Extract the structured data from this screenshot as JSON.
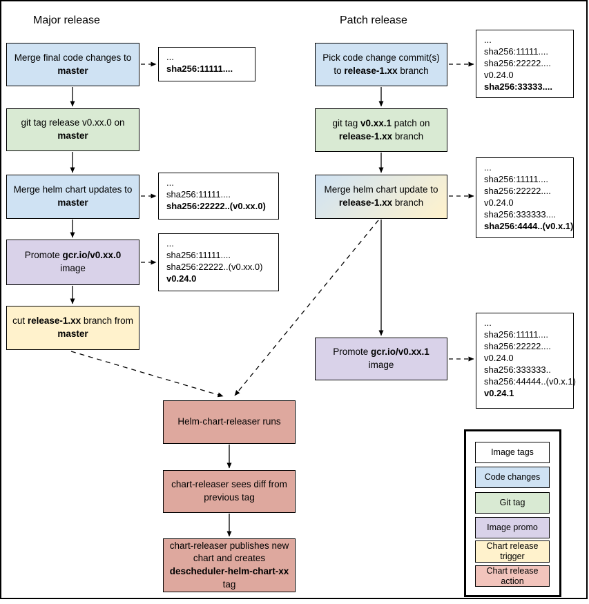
{
  "headings": {
    "major": "Major release",
    "patch": "Patch release"
  },
  "palette": {
    "code_changes": "#cfe2f3",
    "git_tag": "#d9ead3",
    "image_promo": "#d9d2e9",
    "chart_release_trigger": "#fff2cc",
    "chart_release_action": "#dea89e",
    "legend_chart_release_action": "#f2c4bc",
    "image_tags": "#ffffff",
    "line_color": "#000000"
  },
  "major_flow": {
    "merge_final_code": {
      "color": "#cfe2f3",
      "label": [
        {
          "t": "Merge final code changes to "
        },
        {
          "t": "master",
          "b": true
        }
      ]
    },
    "git_tag_release": {
      "color": "#d9ead3",
      "label": [
        {
          "t": "git tag release v0.xx.0 on "
        },
        {
          "t": "master",
          "b": true
        }
      ]
    },
    "merge_helm_updates": {
      "color": "#cfe2f3",
      "label": [
        {
          "t": "Merge helm chart updates to "
        },
        {
          "t": "master",
          "b": true
        }
      ]
    },
    "promote_image": {
      "color": "#d9d2e9",
      "label": [
        {
          "t": "Promote "
        },
        {
          "t": "gcr.io/v0.xx.0",
          "b": true
        },
        {
          "t": " image"
        }
      ]
    },
    "cut_release_branch": {
      "color": "#fff2cc",
      "label": [
        {
          "t": "cut "
        },
        {
          "t": "release-1.xx",
          "b": true
        },
        {
          "t": " branch from "
        },
        {
          "t": "master",
          "b": true
        }
      ]
    }
  },
  "patch_flow": {
    "pick_commits": {
      "color": "#cfe2f3",
      "label": [
        {
          "t": "Pick code change commit(s) to "
        },
        {
          "t": "release-1.xx",
          "b": true
        },
        {
          "t": " branch"
        }
      ]
    },
    "git_tag_patch": {
      "color": "#d9ead3",
      "label": [
        {
          "t": "git tag "
        },
        {
          "t": "v0.xx.1",
          "b": true
        },
        {
          "t": " patch on "
        },
        {
          "t": "release-1.xx",
          "b": true
        },
        {
          "t": " branch"
        }
      ]
    },
    "merge_helm_update": {
      "color": [
        "#cfe2f3",
        "#fff2cc"
      ],
      "label": [
        {
          "t": "Merge helm chart update to "
        },
        {
          "t": "release-1.xx",
          "b": true
        },
        {
          "t": " branch"
        }
      ]
    },
    "promote_image": {
      "color": "#d9d2e9",
      "label": [
        {
          "t": "Promote "
        },
        {
          "t": "gcr.io/v0.xx.1",
          "b": true
        },
        {
          "t": " image"
        }
      ]
    }
  },
  "chart_flow": {
    "releaser_runs": {
      "color": "#dea89e",
      "label": [
        {
          "t": "Helm-chart-releaser runs"
        }
      ]
    },
    "sees_diff": {
      "color": "#dea89e",
      "label": [
        {
          "t": "chart-releaser sees diff from previous tag"
        }
      ]
    },
    "publishes": {
      "color": "#dea89e",
      "label": [
        {
          "t": "chart-releaser publishes new chart and creates "
        },
        {
          "t": "descheduler-helm-chart-xx",
          "b": true
        },
        {
          "t": " tag"
        }
      ]
    }
  },
  "sha_boxes": {
    "major_code": {
      "lines": [
        [
          {
            "t": "..."
          }
        ],
        [
          {
            "t": "sha256:11111....",
            "b": true
          }
        ]
      ]
    },
    "major_helm": {
      "lines": [
        [
          {
            "t": "..."
          }
        ],
        [
          {
            "t": "sha256:11111...."
          }
        ],
        [
          {
            "t": "sha256:22222..(v0.xx.0)",
            "b": true
          }
        ]
      ]
    },
    "major_promote": {
      "lines": [
        [
          {
            "t": "..."
          }
        ],
        [
          {
            "t": "sha256:11111...."
          }
        ],
        [
          {
            "t": "sha256:22222..(v0.xx.0)"
          }
        ],
        [
          {
            "t": "v0.24.0",
            "b": true
          }
        ]
      ]
    },
    "patch_code": {
      "lines": [
        [
          {
            "t": "..."
          }
        ],
        [
          {
            "t": "sha256:11111...."
          }
        ],
        [
          {
            "t": "sha256:22222...."
          }
        ],
        [
          {
            "t": "v0.24.0"
          }
        ],
        [
          {
            "t": "sha256:33333....",
            "b": true
          }
        ]
      ]
    },
    "patch_helm": {
      "lines": [
        [
          {
            "t": "..."
          }
        ],
        [
          {
            "t": "sha256:11111...."
          }
        ],
        [
          {
            "t": "sha256:22222...."
          }
        ],
        [
          {
            "t": "v0.24.0"
          }
        ],
        [
          {
            "t": "sha256:333333...."
          }
        ],
        [
          {
            "t": "sha256:4444..(v0.x.1)",
            "b": true
          }
        ]
      ]
    },
    "patch_promote": {
      "lines": [
        [
          {
            "t": "..."
          }
        ],
        [
          {
            "t": "sha256:11111...."
          }
        ],
        [
          {
            "t": "sha256:22222...."
          }
        ],
        [
          {
            "t": "v0.24.0"
          }
        ],
        [
          {
            "t": "sha256:333333.."
          }
        ],
        [
          {
            "t": "sha256:44444..(v0.x.1)"
          }
        ],
        [
          {
            "t": "v0.24.1",
            "b": true
          }
        ]
      ]
    }
  },
  "legend": {
    "items": [
      {
        "label": "Image tags",
        "color": "#ffffff"
      },
      {
        "label": "Code changes",
        "color": "#cfe2f3"
      },
      {
        "label": "Git tag",
        "color": "#d9ead3"
      },
      {
        "label": "Image promo",
        "color": "#d9d2e9"
      },
      {
        "label": "Chart release trigger",
        "color": "#fff2cc"
      },
      {
        "label": "Chart release action",
        "color": "#f2c4bc"
      }
    ]
  }
}
